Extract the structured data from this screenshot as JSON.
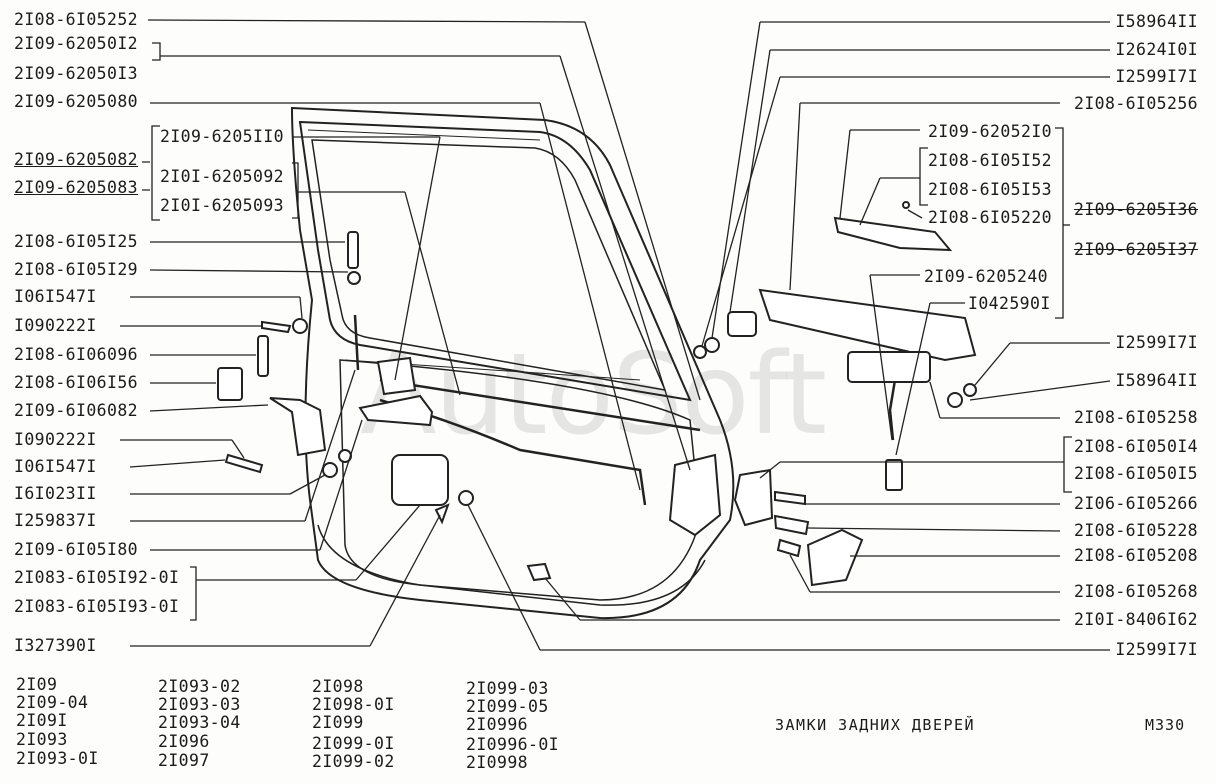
{
  "watermark": "AutoSoft",
  "left_labels": [
    {
      "id": "l1",
      "text": "2I08-6I05252"
    },
    {
      "id": "l2",
      "text": "2I09-62050I2"
    },
    {
      "id": "l3",
      "text": "2I09-62050I3"
    },
    {
      "id": "l4",
      "text": "2I09-6205080"
    },
    {
      "id": "l5",
      "text": "2I09-6205082"
    },
    {
      "id": "l6",
      "text": "2I09-6205083"
    },
    {
      "id": "l7",
      "text": "2I08-6I05I25"
    },
    {
      "id": "l8",
      "text": "2I08-6I05I29"
    },
    {
      "id": "l9",
      "text": "I06I547I"
    },
    {
      "id": "l10",
      "text": "I090222I"
    },
    {
      "id": "l11",
      "text": "2I08-6I06096"
    },
    {
      "id": "l12",
      "text": "2I08-6I06I56"
    },
    {
      "id": "l13",
      "text": "2I09-6I06082"
    },
    {
      "id": "l14",
      "text": "I090222I"
    },
    {
      "id": "l15",
      "text": "I06I547I"
    },
    {
      "id": "l16",
      "text": "I6I023II"
    },
    {
      "id": "l17",
      "text": "I259837I"
    },
    {
      "id": "l18",
      "text": "2I09-6I05I80"
    },
    {
      "id": "l19",
      "text": "2I083-6I05I92-0I"
    },
    {
      "id": "l20",
      "text": "2I083-6I05I93-0I"
    },
    {
      "id": "l21",
      "text": "I327390I"
    }
  ],
  "mid_labels": [
    {
      "id": "m1",
      "text": "2I09-6205II0"
    },
    {
      "id": "m2",
      "text": "2I0I-6205092"
    },
    {
      "id": "m3",
      "text": "2I0I-6205093"
    },
    {
      "id": "m4",
      "text": "2I09-62052I0"
    },
    {
      "id": "m5",
      "text": "2I08-6I05I52"
    },
    {
      "id": "m6",
      "text": "2I08-6I05I53"
    },
    {
      "id": "m7",
      "text": "2I08-6I05220"
    },
    {
      "id": "m8",
      "text": "2I09-6205240"
    },
    {
      "id": "m9",
      "text": "I042590I"
    }
  ],
  "right_labels": [
    {
      "id": "r1",
      "text": "I58964II"
    },
    {
      "id": "r2",
      "text": "I2624I0I"
    },
    {
      "id": "r3",
      "text": "I2599I7I"
    },
    {
      "id": "r4",
      "text": "2I08-6I05256"
    },
    {
      "id": "r5",
      "text": "2I09-6205I36"
    },
    {
      "id": "r6",
      "text": "2I09-6205I37"
    },
    {
      "id": "r7",
      "text": "I2599I7I"
    },
    {
      "id": "r8",
      "text": "I58964II"
    },
    {
      "id": "r9",
      "text": "2I08-6I05258"
    },
    {
      "id": "r10",
      "text": "2I08-6I050I4"
    },
    {
      "id": "r11",
      "text": "2I08-6I050I5"
    },
    {
      "id": "r12",
      "text": "2I06-6I05266"
    },
    {
      "id": "r13",
      "text": "2I08-6I05228"
    },
    {
      "id": "r14",
      "text": "2I08-6I05208"
    },
    {
      "id": "r15",
      "text": "2I08-6I05268"
    },
    {
      "id": "r16",
      "text": "2I0I-8406I62"
    },
    {
      "id": "r17",
      "text": "I2599I7I"
    }
  ],
  "models": [
    [
      "2I09",
      "2I09-04",
      "2I09I",
      "2I093",
      "2I093-0I"
    ],
    [
      "2I093-02",
      "2I093-03",
      "2I093-04",
      "2I096",
      "2I097"
    ],
    [
      "2I098",
      "2I098-0I",
      "2I099",
      "2I099-0I",
      "2I099-02"
    ],
    [
      "2I099-03",
      "2I099-05",
      "2I0996",
      "2I0996-0I",
      "2I0998"
    ]
  ],
  "caption": "ЗАМКИ ЗАДНИХ ДВЕРЕЙ",
  "page_code": "М330"
}
